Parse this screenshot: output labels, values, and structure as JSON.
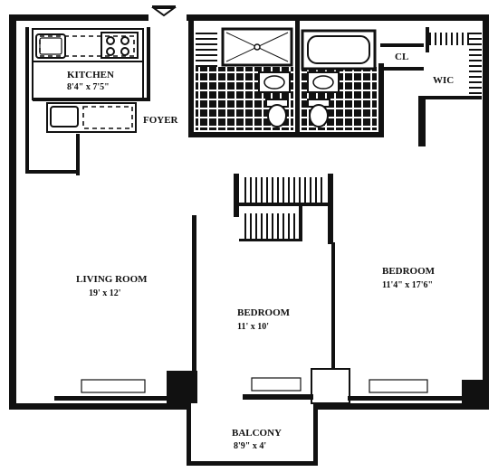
{
  "rooms": {
    "kitchen": {
      "name": "KITCHEN",
      "size": "8'4\" x 7'5\""
    },
    "foyer": {
      "name": "FOYER"
    },
    "living_room": {
      "name": "LIVING ROOM",
      "size": "19' x 12'"
    },
    "bedroom_small": {
      "name": "BEDROOM",
      "size": "11' x 10'"
    },
    "bedroom_large": {
      "name": "BEDROOM",
      "size": "11'4\" x 17'6\""
    },
    "closet": {
      "name": "CL"
    },
    "walk_in_closet": {
      "name": "WIC"
    },
    "balcony": {
      "name": "BALCONY",
      "size": "8'9\" x 4'"
    }
  },
  "colors": {
    "ink": "#111111",
    "paper": "#ffffff"
  },
  "icons": [
    "entry-arrow-icon",
    "stove-icon",
    "sink-icon",
    "toilet-icon",
    "bathtub-icon",
    "shower-icon"
  ]
}
